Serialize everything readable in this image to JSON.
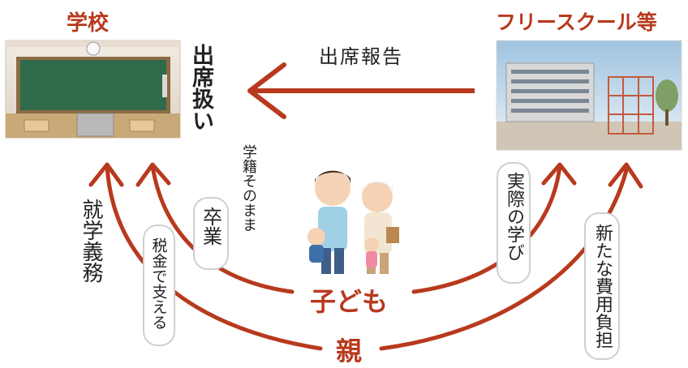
{
  "colors": {
    "accent": "#b8391d",
    "text": "#222222",
    "pill_border": "#cfcfcf"
  },
  "school": {
    "title": "学校",
    "image_icon": "classroom-image"
  },
  "freeschool": {
    "title": "フリースクール等",
    "image_icon": "building-image"
  },
  "attendance_report": "出席報告",
  "attendance_treatment": "出席扱い",
  "enrollment_kept": "学籍そのまま",
  "graduation": "卒業",
  "compulsory_education": "就学義務",
  "tax_support": "税金で支える",
  "real_learning": "実際の学び",
  "new_cost_burden": "新たな費用負担",
  "child": "子ども",
  "parent": "親",
  "family_icon": "family-illustration"
}
